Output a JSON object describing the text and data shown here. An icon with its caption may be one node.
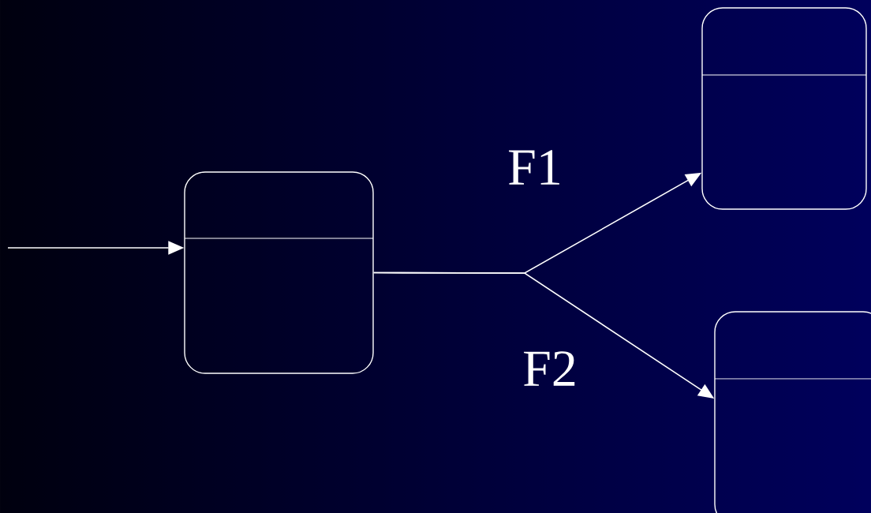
{
  "diagram": {
    "nodes": [
      {
        "text": [],
        "shape": "box"
      },
      {
        "text": [],
        "shape": "box"
      },
      {
        "text": [],
        "shape": "box"
      }
    ],
    "edges": [
      {
        "from": null,
        "to": 0,
        "arrow": "to"
      },
      {
        "from": 0,
        "to": 1,
        "arrow": "to",
        "label": "F1"
      },
      {
        "from": 0,
        "to": 2,
        "arrow": "to",
        "label": "F2"
      }
    ]
  }
}
